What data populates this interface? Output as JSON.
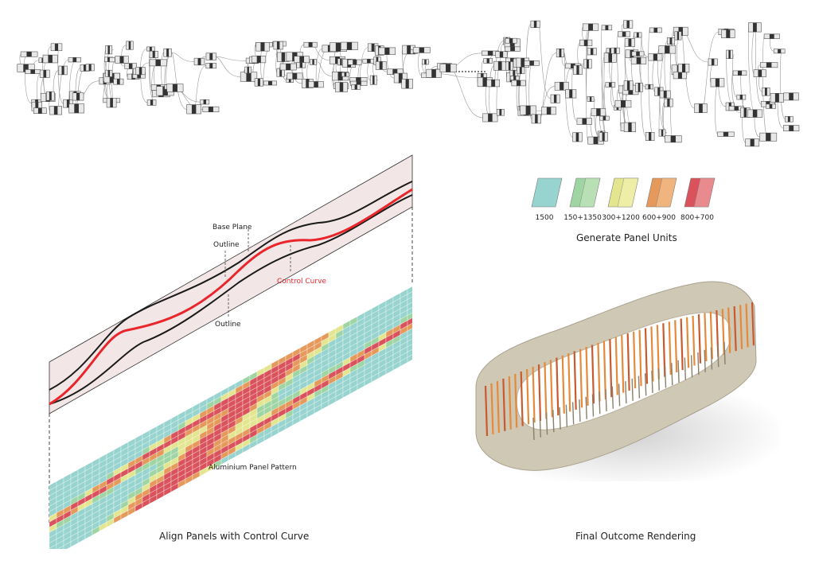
{
  "graph_section": {
    "label": "node graph"
  },
  "curve_diagram": {
    "labels": {
      "base_plane": "Base Plane",
      "outline_top": "Outline",
      "control_curve": "Control Curve",
      "outline_bottom": "Outline",
      "panel_pattern": "Aluminium Panel Pattern"
    },
    "caption": "Align Panels with Control Curve"
  },
  "panel_units": {
    "items": [
      {
        "label": "1500",
        "color": "#97d3cf",
        "color2": "#97d3cf"
      },
      {
        "label": "150+1350",
        "color": "#9fd5a3",
        "color2": "#b9e0b4"
      },
      {
        "label": "300+1200",
        "color": "#e3e68e",
        "color2": "#eeeea6"
      },
      {
        "label": "600+900",
        "color": "#e59a5b",
        "color2": "#f0b47f"
      },
      {
        "label": "800+700",
        "color": "#d9525c",
        "color2": "#e98a8e"
      }
    ],
    "caption": "Generate Panel Units"
  },
  "rendering": {
    "caption": "Final Outcome Rendering",
    "band_color": "#cfc8b5",
    "accent": "#e58a3a"
  },
  "colors": {
    "control_curve": "#e8262b",
    "outline": "#1a1a1a",
    "band_fill": "#f3e6e6"
  }
}
